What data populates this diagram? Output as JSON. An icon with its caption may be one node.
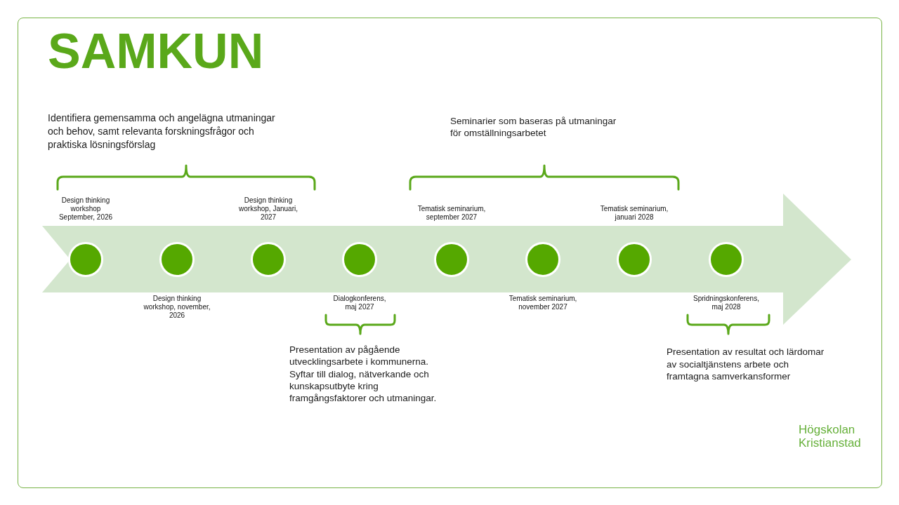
{
  "diagram": {
    "title": "SAMKUN",
    "nodes": [
      {
        "text": [],
        "shape": "circle",
        "beside": [
          "Design thinking workshop September, 2026"
        ]
      },
      {
        "text": [],
        "shape": "circle",
        "beside": [
          "Design thinking workshop, november, 2026"
        ]
      },
      {
        "text": [],
        "shape": "circle",
        "beside": [
          "Design thinking workshop, Januari, 2027"
        ]
      },
      {
        "text": [],
        "shape": "circle",
        "beside": [
          "Dialogkonferens, maj 2027"
        ]
      },
      {
        "text": [],
        "shape": "circle",
        "beside": [
          "Tematisk seminarium, september 2027"
        ]
      },
      {
        "text": [],
        "shape": "circle",
        "beside": [
          "Tematisk seminarium, november 2027"
        ]
      },
      {
        "text": [],
        "shape": "circle",
        "beside": [
          "Tematisk seminarium, januari 2028"
        ]
      },
      {
        "text": [],
        "shape": "circle",
        "beside": [
          "Spridningskonferens, maj 2028"
        ]
      }
    ],
    "labels": [
      "Identifiera gemensamma och angelägna utmaningar och behov, samt relevanta forskningsfrågor och praktiska lösningsförslag",
      "Seminarier som baseras på utmaningar för omställningsarbetet",
      "Presentation av pågående utvecklingsarbete i kommunerna. Syftar till dialog, nätverkande och kunskapsutbyte kring framgångsfaktorer och utmaningar.",
      "Presentation av resultat och lärdomar av socialtjänstens arbete och framtagna samverkansformer",
      "Högskolan Kristianstad"
    ]
  }
}
